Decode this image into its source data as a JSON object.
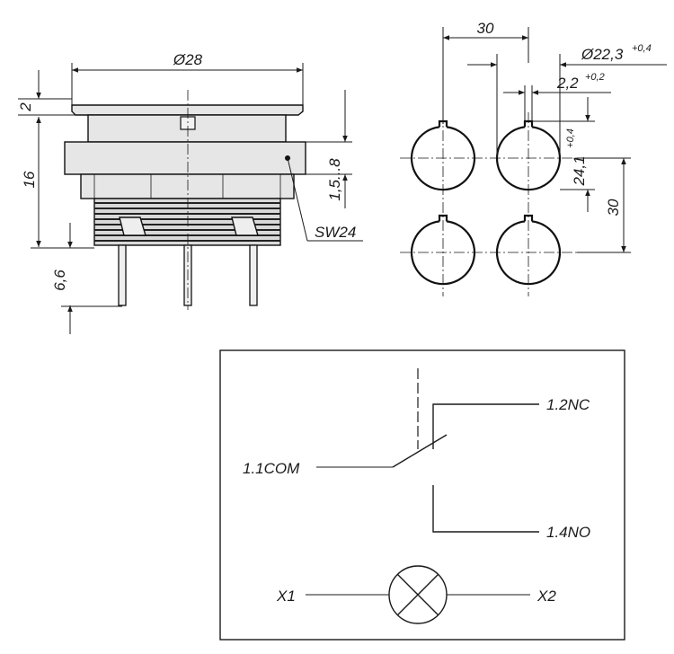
{
  "front_view": {
    "dim_diameter": "Ø28",
    "dim_cap_height": "2",
    "dim_body_height": "16",
    "dim_pin_length": "6,6",
    "dim_panel_range": "1,5...8",
    "wrench_size": "SW24"
  },
  "cutout_view": {
    "dim_pitch_x": "30",
    "dim_pitch_y": "30",
    "dim_hole_diameter": "Ø22,3",
    "dim_hole_diameter_tol": "+0,4",
    "dim_key_width": "2,2",
    "dim_key_width_tol": "+0,2",
    "dim_key_depth": "24,1",
    "dim_key_depth_tol": "+0,4"
  },
  "circuit": {
    "com_label": "1.1COM",
    "nc_label": "1.2NC",
    "no_label": "1.4NO",
    "lamp_left_label": "X1",
    "lamp_right_label": "X2"
  }
}
